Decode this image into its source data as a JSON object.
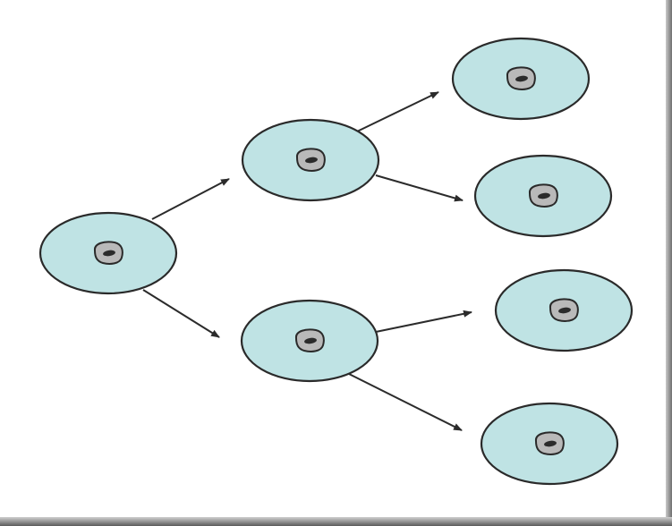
{
  "diagram": {
    "kind": "cell-division-tree",
    "generations": [
      1,
      2,
      4
    ],
    "colors": {
      "cell_fill": "#bfe3e4",
      "cell_outline": "#2a2a2a",
      "nucleus_fill": "#b9b9b9",
      "nucleolus_fill": "#2b2b2b",
      "arrow": "#2b2b2b",
      "background": "#ffffff"
    },
    "cells": [
      {
        "id": "cell-gen1",
        "generation": 1
      },
      {
        "id": "cell-gen2-upper",
        "generation": 2,
        "parent": "cell-gen1"
      },
      {
        "id": "cell-gen2-lower",
        "generation": 2,
        "parent": "cell-gen1"
      },
      {
        "id": "cell-gen3-1",
        "generation": 3,
        "parent": "cell-gen2-upper"
      },
      {
        "id": "cell-gen3-2",
        "generation": 3,
        "parent": "cell-gen2-upper"
      },
      {
        "id": "cell-gen3-3",
        "generation": 3,
        "parent": "cell-gen2-lower"
      },
      {
        "id": "cell-gen3-4",
        "generation": 3,
        "parent": "cell-gen2-lower"
      }
    ]
  }
}
